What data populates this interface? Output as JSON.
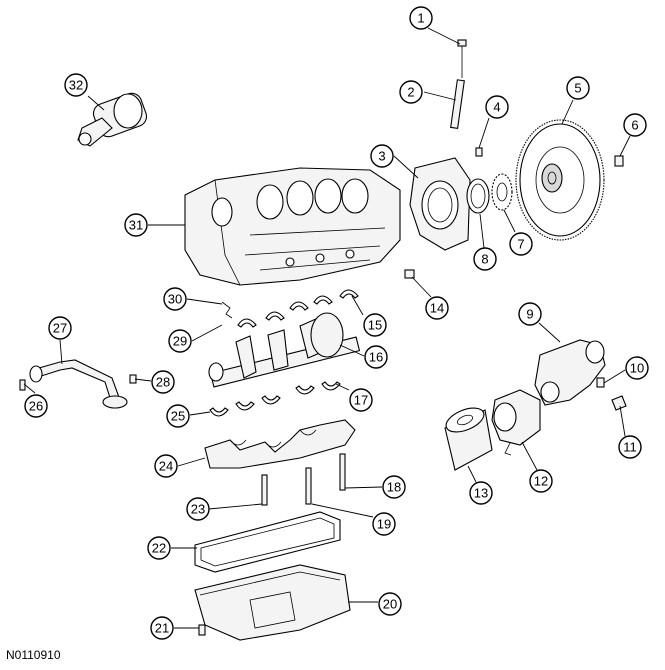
{
  "figure": {
    "reference_code": "N0110910",
    "callouts": [
      "1",
      "2",
      "3",
      "4",
      "5",
      "6",
      "7",
      "8",
      "9",
      "10",
      "11",
      "12",
      "13",
      "14",
      "15",
      "16",
      "17",
      "18",
      "19",
      "20",
      "21",
      "22",
      "23",
      "24",
      "25",
      "26",
      "27",
      "28",
      "29",
      "30",
      "31",
      "32"
    ]
  }
}
